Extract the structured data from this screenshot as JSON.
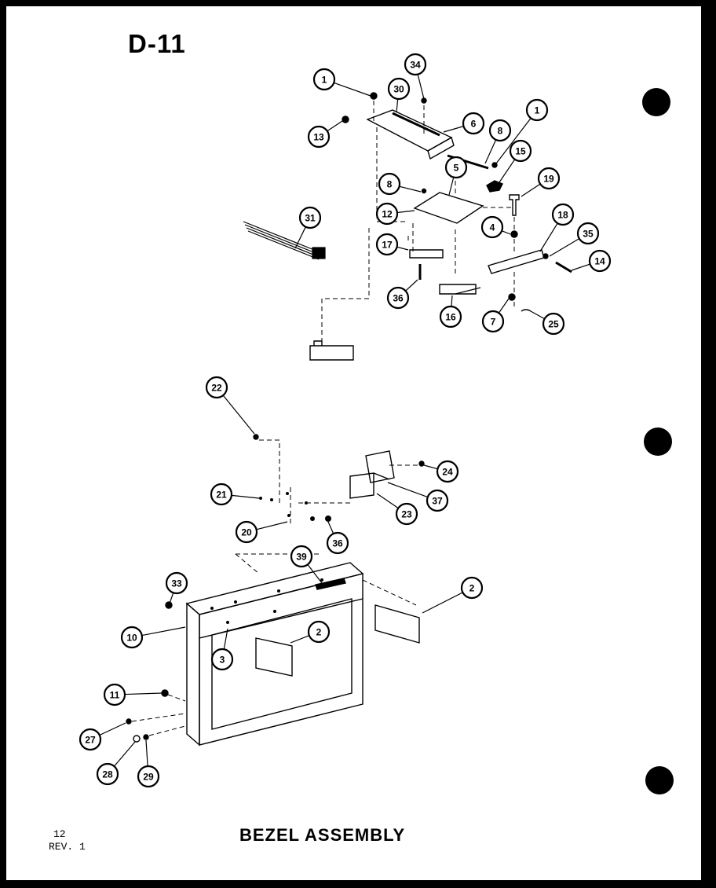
{
  "header": {
    "code": "D-11"
  },
  "footer": {
    "title": "BEZEL ASSEMBLY",
    "page": "12",
    "revision": "REV. 1"
  },
  "colors": {
    "ink": "#000000",
    "paper": "#ffffff"
  },
  "callouts": [
    {
      "id": "c1a",
      "label": "1"
    },
    {
      "id": "c34",
      "label": "34"
    },
    {
      "id": "c30a",
      "label": "30"
    },
    {
      "id": "c6",
      "label": "6"
    },
    {
      "id": "c8a",
      "label": "8"
    },
    {
      "id": "c1b",
      "label": "1"
    },
    {
      "id": "c13",
      "label": "13"
    },
    {
      "id": "c15",
      "label": "15"
    },
    {
      "id": "c8b",
      "label": "8"
    },
    {
      "id": "c5",
      "label": "5"
    },
    {
      "id": "c19",
      "label": "19"
    },
    {
      "id": "c31",
      "label": "31"
    },
    {
      "id": "c12",
      "label": "12"
    },
    {
      "id": "c18",
      "label": "18"
    },
    {
      "id": "c4",
      "label": "4"
    },
    {
      "id": "c35",
      "label": "35"
    },
    {
      "id": "c17",
      "label": "17"
    },
    {
      "id": "c14",
      "label": "14"
    },
    {
      "id": "c36a",
      "label": "36"
    },
    {
      "id": "c16",
      "label": "16"
    },
    {
      "id": "c7",
      "label": "7"
    },
    {
      "id": "c25",
      "label": "25"
    },
    {
      "id": "c22",
      "label": "22"
    },
    {
      "id": "c24",
      "label": "24"
    },
    {
      "id": "c21",
      "label": "21"
    },
    {
      "id": "c37",
      "label": "37"
    },
    {
      "id": "c23",
      "label": "23"
    },
    {
      "id": "c20",
      "label": "20"
    },
    {
      "id": "c36b",
      "label": "36"
    },
    {
      "id": "c39",
      "label": "39"
    },
    {
      "id": "c2a",
      "label": "2"
    },
    {
      "id": "c33",
      "label": "33"
    },
    {
      "id": "c10",
      "label": "10"
    },
    {
      "id": "c2b",
      "label": "2"
    },
    {
      "id": "c3",
      "label": "3"
    },
    {
      "id": "c11",
      "label": "11"
    },
    {
      "id": "c27",
      "label": "27"
    },
    {
      "id": "c28",
      "label": "28"
    },
    {
      "id": "c29",
      "label": "29"
    }
  ]
}
